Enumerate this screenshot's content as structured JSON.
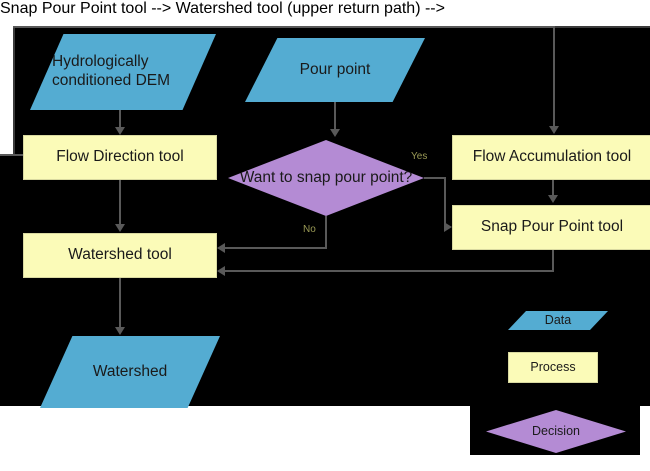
{
  "title": "Watershed delineation workflow flowchart",
  "palette": {
    "background": "#ffffff",
    "panel": "#000000",
    "data_fill": "#54ACD2",
    "process_fill": "#FBFBB8",
    "decision_fill": "#B48BD4",
    "connector": "#595959",
    "text": "#1a1a1a",
    "edge_label": "#9a9a55"
  },
  "nodes": {
    "dem": {
      "label": "Hydrologically conditioned DEM",
      "type": "data"
    },
    "pour_point": {
      "label": "Pour point",
      "type": "data"
    },
    "flow_direction": {
      "label": "Flow Direction tool",
      "type": "process"
    },
    "watershed_tool": {
      "label": "Watershed tool",
      "type": "process"
    },
    "watershed": {
      "label": "Watershed",
      "type": "data"
    },
    "decision": {
      "label": "Want to snap pour point?",
      "type": "decision"
    },
    "flow_accumulation": {
      "label": "Flow Accumulation tool",
      "type": "process"
    },
    "snap_pour_point": {
      "label": "Snap Pour Point tool",
      "type": "process"
    }
  },
  "edge_labels": {
    "yes": "Yes",
    "no": "No"
  },
  "legend": {
    "data": "Data",
    "process": "Process",
    "decision": "Decision"
  }
}
